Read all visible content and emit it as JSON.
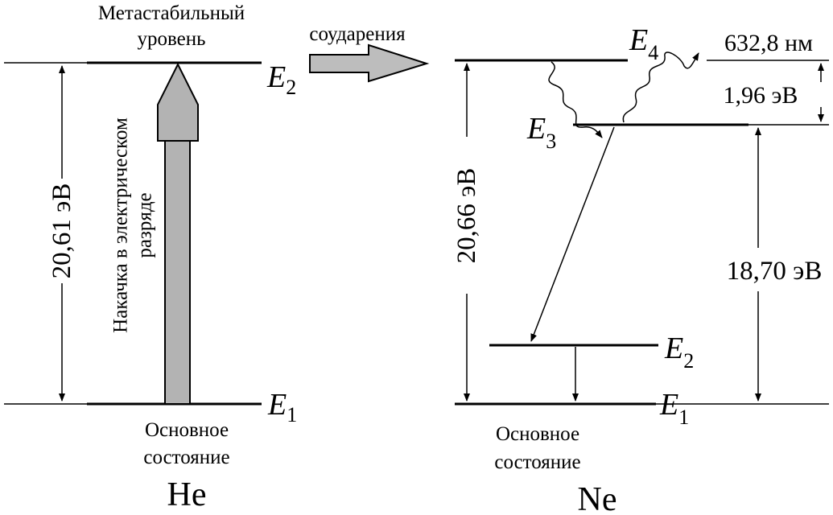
{
  "he": {
    "atom_label": "He",
    "metastable_label_line1": "Метастабильный",
    "metastable_label_line2": "уровень",
    "ground_label_line1": "Основное",
    "ground_label_line2": "состояние",
    "upper_level": {
      "letter": "E",
      "subscript": "2"
    },
    "lower_level": {
      "letter": "E",
      "subscript": "1"
    },
    "energy_gap": "20,61 эВ",
    "pump_label_line1": "Накачка в электрическом",
    "pump_label_line2": "разряде"
  },
  "transfer": {
    "label": "соударения"
  },
  "ne": {
    "atom_label": "Ne",
    "ground_label_line1": "Основное",
    "ground_label_line2": "состояние",
    "level_e4": {
      "letter": "E",
      "subscript": "4"
    },
    "level_e3": {
      "letter": "E",
      "subscript": "3"
    },
    "level_e2": {
      "letter": "E",
      "subscript": "2"
    },
    "level_e1": {
      "letter": "E",
      "subscript": "1"
    },
    "wavelength": "632,8 нм",
    "photon_energy": "1,96 эВ",
    "gap_e4_e1": "20,66 эВ",
    "gap_e3_e1": "18,70 эВ"
  },
  "colors": {
    "ink": "#000000",
    "pump_fill": "#b3b3b3",
    "transfer_fill": "#bdbdbd",
    "background": "#ffffff"
  }
}
